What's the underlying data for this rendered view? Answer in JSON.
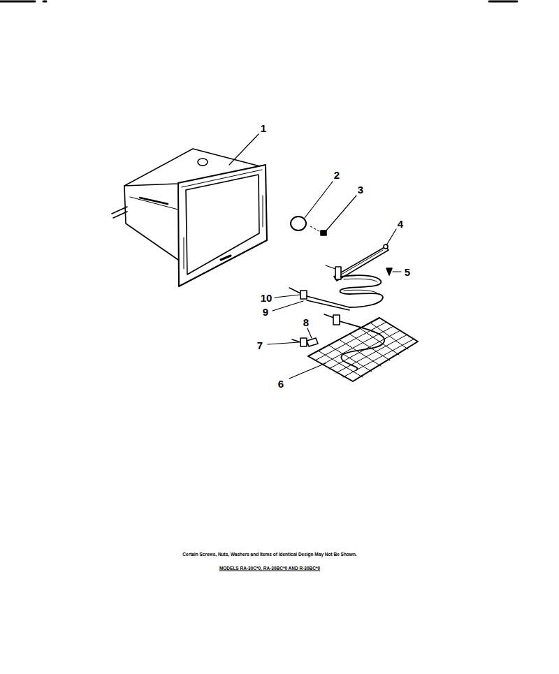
{
  "diagram": {
    "labels": [
      "1",
      "2",
      "3",
      "4",
      "5",
      "10",
      "9",
      "8",
      "7",
      "6",
      "Certain Screws, Nuts, Washers and Items of Identical Design May Not Be Shown.",
      "MODELS RA-30C*0, RA-30BC*0 AND R-30BC*0"
    ]
  }
}
